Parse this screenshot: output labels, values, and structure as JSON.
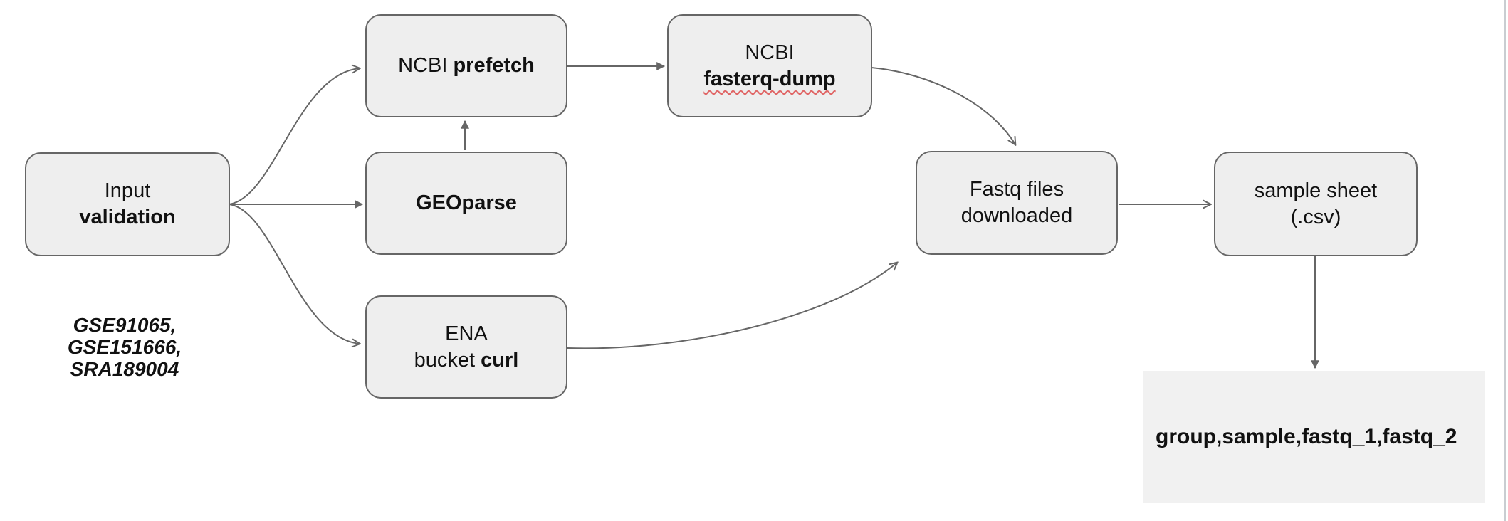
{
  "diagram": {
    "type": "flowchart",
    "nodes": {
      "input_validation": {
        "line1": "Input",
        "line2_bold": "validation"
      },
      "ncbi_prefetch": {
        "text_regular": "NCBI ",
        "text_bold": "prefetch"
      },
      "geoparse": {
        "text_bold": "GEOparse"
      },
      "ena_bucket_curl": {
        "line1": "ENA",
        "line2_regular": "bucket ",
        "line2_bold": "curl"
      },
      "ncbi_fasterq_dump": {
        "line1": "NCBI",
        "line2_bold": "fasterq-dump"
      },
      "fastq_files_downloaded": {
        "line1": "Fastq files",
        "line2": "downloaded"
      },
      "sample_sheet_csv": {
        "line1": "sample sheet",
        "line2": "(.csv)"
      },
      "csv_header_preview": {
        "text": "group,sample,fastq_1,fastq_2"
      }
    },
    "annotation_accessions": {
      "line1": "GSE91065,",
      "line2": "GSE151666,",
      "line3": "SRA189004"
    },
    "edges": [
      {
        "from": "input_validation",
        "to": "ncbi_prefetch",
        "style": "curved",
        "head": "open"
      },
      {
        "from": "input_validation",
        "to": "geoparse",
        "style": "straight",
        "head": "filled"
      },
      {
        "from": "input_validation",
        "to": "ena_bucket_curl",
        "style": "curved",
        "head": "open"
      },
      {
        "from": "geoparse",
        "to": "ncbi_prefetch",
        "style": "straight",
        "head": "filled"
      },
      {
        "from": "ncbi_prefetch",
        "to": "ncbi_fasterq_dump",
        "style": "straight",
        "head": "filled"
      },
      {
        "from": "ncbi_fasterq_dump",
        "to": "fastq_files_downloaded",
        "style": "curved",
        "head": "open"
      },
      {
        "from": "ena_bucket_curl",
        "to": "fastq_files_downloaded",
        "style": "curved",
        "head": "open"
      },
      {
        "from": "fastq_files_downloaded",
        "to": "sample_sheet_csv",
        "style": "straight",
        "head": "open"
      },
      {
        "from": "sample_sheet_csv",
        "to": "csv_header_preview",
        "style": "straight",
        "head": "filled"
      }
    ],
    "colors": {
      "node_fill": "#eeeeee",
      "node_border": "#666666",
      "arrow": "#666666",
      "text": "#111111",
      "spellcheck_underline": "#e06666",
      "csv_box_fill": "#f1f1f1",
      "right_edge_line": "#c9cdd1",
      "canvas_background": "#ffffff"
    }
  }
}
